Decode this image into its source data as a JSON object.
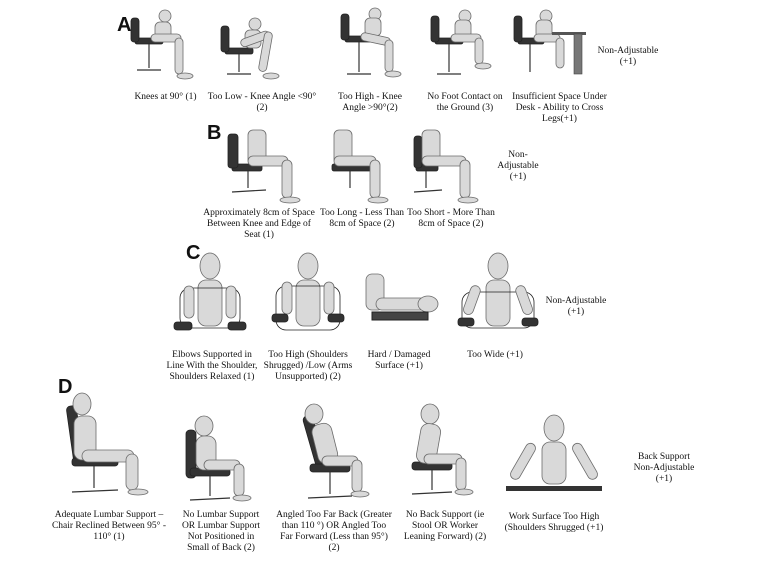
{
  "sections": {
    "A": {
      "letter": "A",
      "items": [
        "Knees at 90° (1)",
        "Too Low - Knee Angle <90° (2)",
        "Too High  - Knee Angle >90°(2)",
        "No Foot Contact on the Ground (3)",
        "Insufficient Space Under Desk - Ability to Cross Legs(+1)"
      ],
      "non_adjustable": "Non-Adjustable (+1)"
    },
    "B": {
      "letter": "B",
      "items": [
        "Approximately 8cm of Space Between Knee and Edge of Seat (1)",
        "Too Long - Less Than 8cm of Space (2)",
        "Too Short - More Than 8cm of Space (2)"
      ],
      "non_adjustable": "Non- Adjustable (+1)"
    },
    "C": {
      "letter": "C",
      "items": [
        "Elbows Supported in Line With the Shoulder, Shoulders Relaxed  (1)",
        "Too High (Shoulders Shrugged) /Low (Arms Unsupported) (2)",
        "Hard / Damaged Surface (+1)",
        "Too Wide (+1)"
      ],
      "non_adjustable": "Non-Adjustable (+1)"
    },
    "D": {
      "letter": "D",
      "items": [
        "Adequate Lumbar Support – Chair Reclined Between 95° - 110° (1)",
        "No Lumbar Support OR Lumbar Support Not Positioned in Small of Back (2)",
        "Angled Too Far Back (Greater than 110 °) OR Angled Too Far Forward (Less than 95°) (2)",
        "No Back Support (ie Stool OR Worker Leaning Forward) (2)",
        "Work Surface Too High (Shoulders Shrugged (+1)"
      ],
      "non_adjustable": "Back Support Non-Adjustable (+1)"
    }
  }
}
